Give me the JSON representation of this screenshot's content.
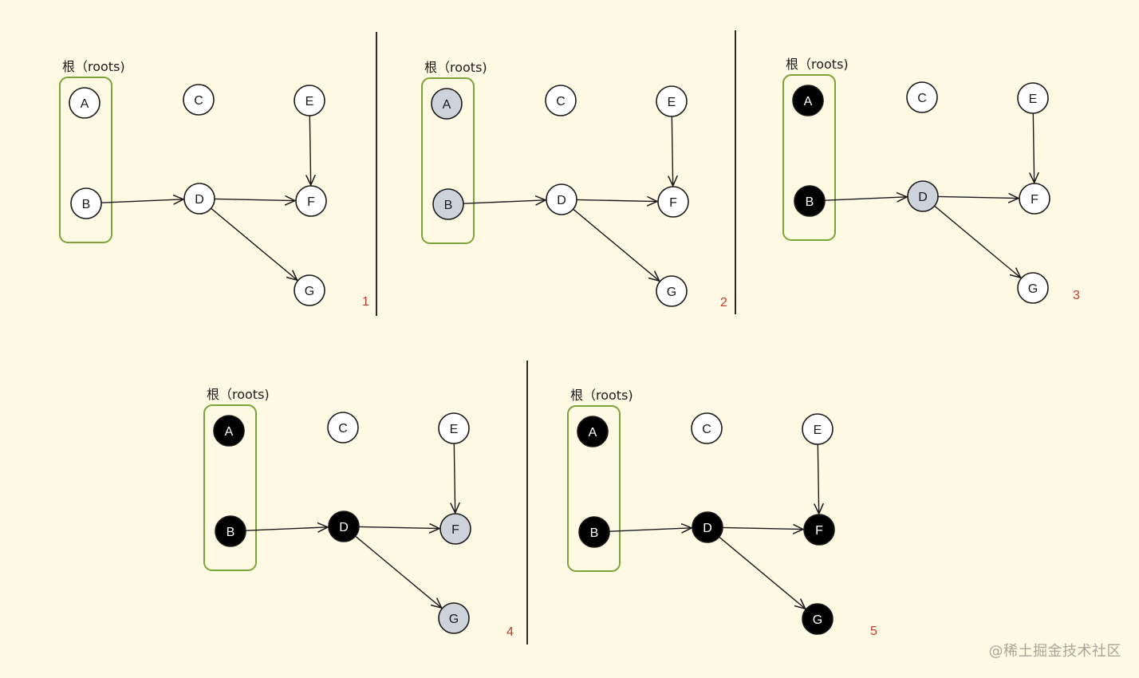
{
  "node_labels": [
    "A",
    "B",
    "C",
    "D",
    "E",
    "F",
    "G"
  ],
  "edges": [
    [
      "B",
      "D"
    ],
    [
      "D",
      "F"
    ],
    [
      "D",
      "G"
    ],
    [
      "E",
      "F"
    ]
  ],
  "colors": {
    "background": "#fef9e3",
    "root_box": "#7aa33a",
    "stroke": "#1a1a1a",
    "white": "#ffffff",
    "grey": "#cdd2db",
    "black": "#000000",
    "step_number": "#c0392b"
  },
  "panels": [
    {
      "root_label": "根（roots)",
      "step": "1",
      "states": {
        "A": "white",
        "B": "white",
        "C": "white",
        "D": "white",
        "E": "white",
        "F": "white",
        "G": "white"
      }
    },
    {
      "root_label": "根（roots)",
      "step": "2",
      "states": {
        "A": "grey",
        "B": "grey",
        "C": "white",
        "D": "white",
        "E": "white",
        "F": "white",
        "G": "white"
      }
    },
    {
      "root_label": "根（roots)",
      "step": "3",
      "states": {
        "A": "black",
        "B": "black",
        "C": "white",
        "D": "grey",
        "E": "white",
        "F": "white",
        "G": "white"
      }
    },
    {
      "root_label": "根（roots)",
      "step": "4",
      "states": {
        "A": "black",
        "B": "black",
        "C": "white",
        "D": "black",
        "E": "white",
        "F": "grey",
        "G": "grey"
      }
    },
    {
      "root_label": "根（roots)",
      "step": "5",
      "states": {
        "A": "black",
        "B": "black",
        "C": "white",
        "D": "black",
        "E": "white",
        "F": "black",
        "G": "black"
      }
    }
  ],
  "watermark": "@稀土掘金技术社区"
}
